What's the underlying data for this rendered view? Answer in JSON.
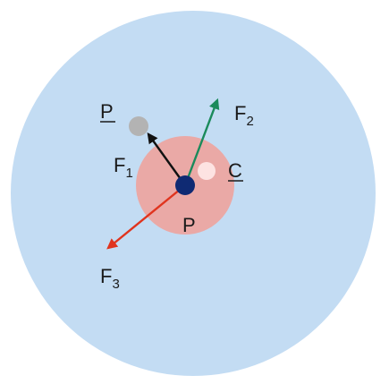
{
  "diagram": {
    "labels": {
      "p_underline": "P",
      "c_underline": "C",
      "p_center": "P",
      "f1": {
        "main": "F",
        "sub": "1"
      },
      "f2": {
        "main": "F",
        "sub": "2"
      },
      "f3": {
        "main": "F",
        "sub": "3"
      }
    },
    "colors": {
      "outer_circle": "#c3dcf3",
      "inner_circle": "#eaa9a6",
      "center_dot": "#0f2a73",
      "grey_dot": "#b3b3b3",
      "white_dot": "#fde3e2",
      "arrow_f1": "#111111",
      "arrow_f2": "#1a8a5b",
      "arrow_f3": "#e0341e",
      "text": "#1a1a1a"
    }
  }
}
